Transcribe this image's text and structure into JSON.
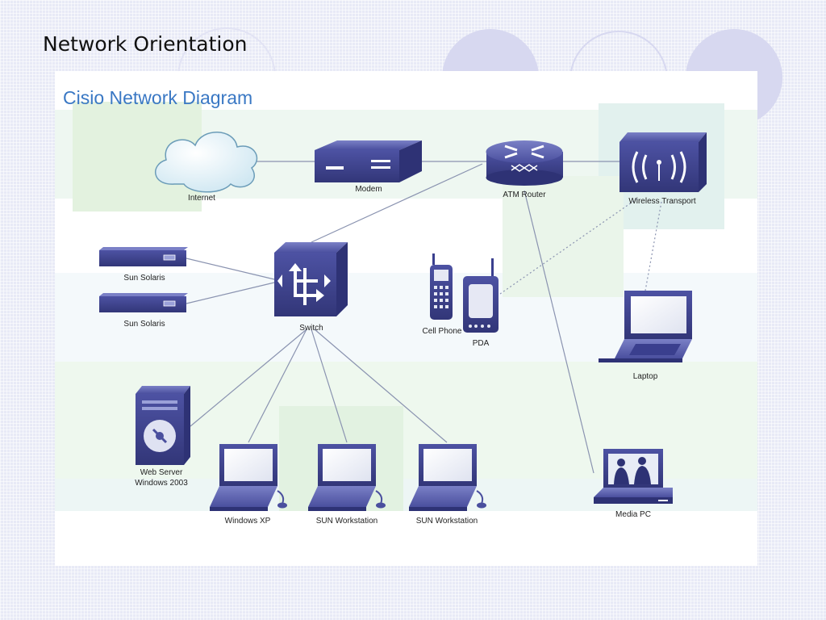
{
  "slide": {
    "title": "Network Orientation"
  },
  "diagram": {
    "title": "Cisio Network Diagram",
    "nodes": {
      "internet": "Internet",
      "modem": "Modem",
      "atm_router": "ATM Router",
      "wireless_transport": "Wireless Transport",
      "sun_solaris_1": "Sun Solaris",
      "sun_solaris_2": "Sun Solaris",
      "switch": "Switch",
      "cell_phone": "Cell Phone",
      "pda": "PDA",
      "laptop": "Laptop",
      "web_server": "Web Server\nWindows 2003",
      "windows_xp": "Windows XP",
      "sun_workstation_1": "SUN Workstation",
      "sun_workstation_2": "SUN Workstation",
      "media_pc": "Media PC"
    },
    "colors": {
      "device": "#4a4f9e",
      "device_dark": "#2e3275",
      "title": "#3a78c4",
      "link": "#8a93b0"
    }
  }
}
